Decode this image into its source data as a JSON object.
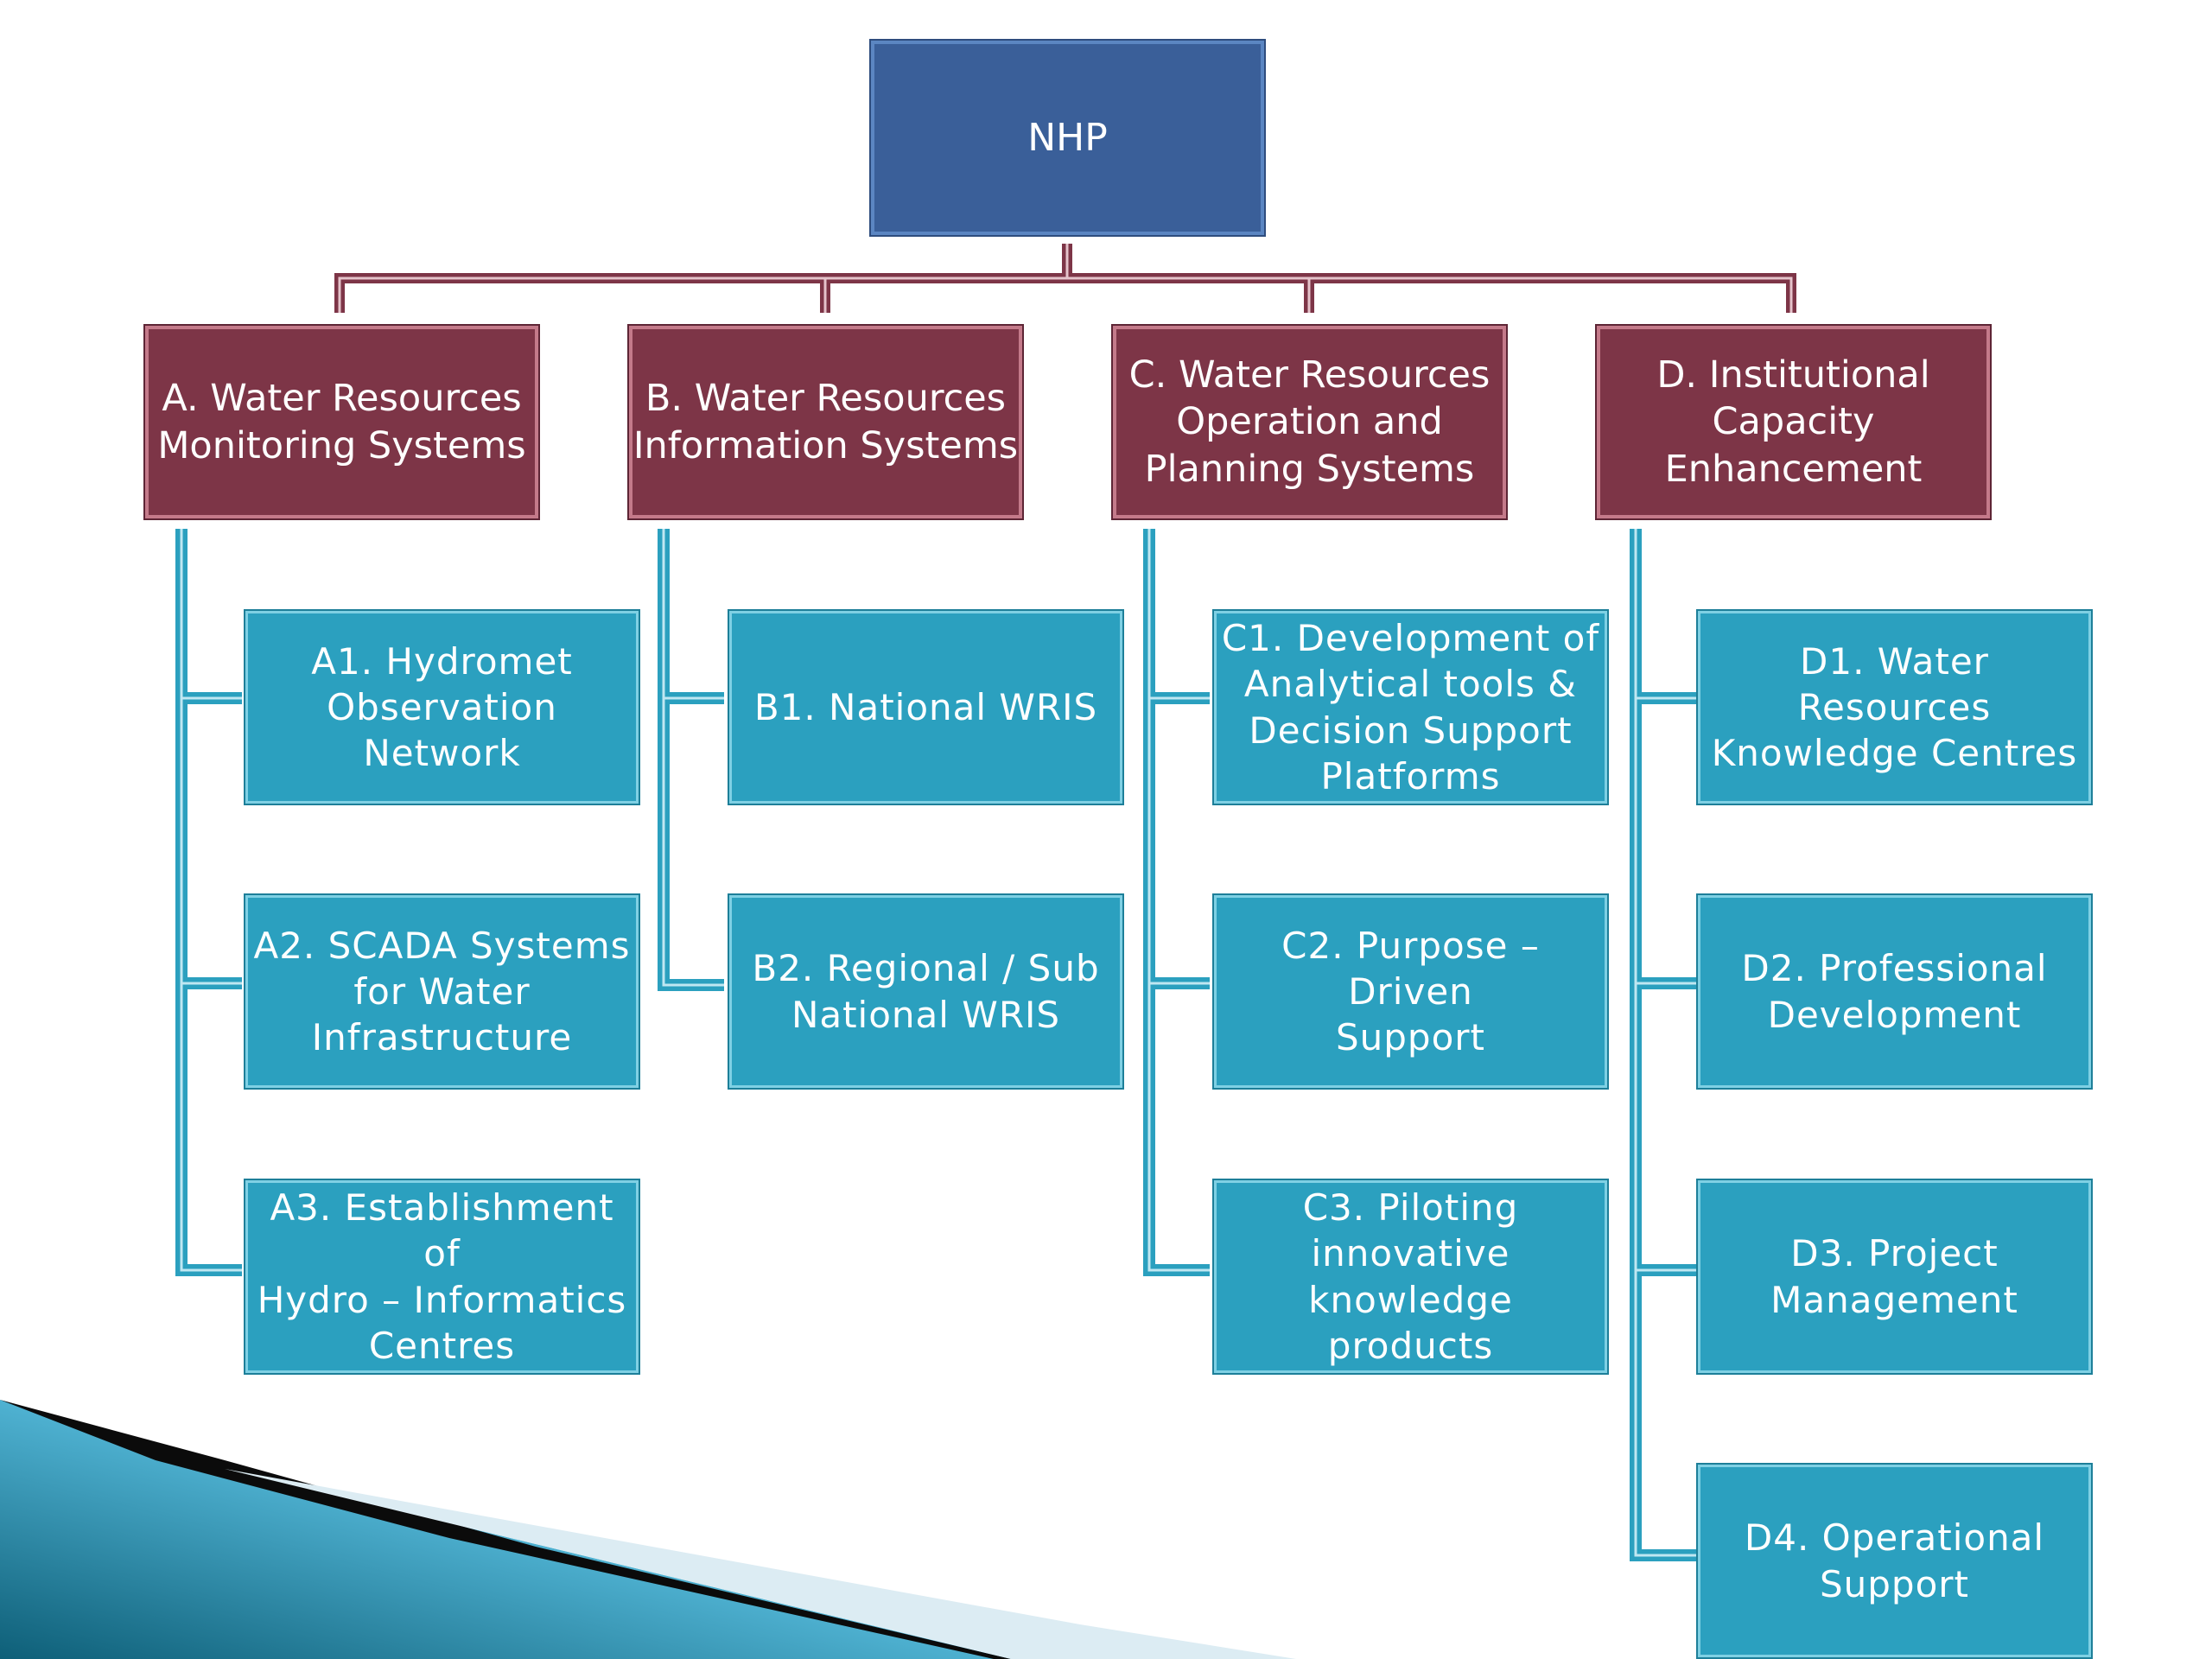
{
  "root": {
    "label": "NHP"
  },
  "components": [
    {
      "label": "A. Water Resources\nMonitoring Systems",
      "children": [
        "A1. Hydromet\nObservation Network",
        "A2. SCADA Systems\nfor Water\nInfrastructure",
        "A3. Establishment of\nHydro – Informatics\nCentres"
      ]
    },
    {
      "label": "B. Water Resources\nInformation Systems",
      "children": [
        "B1. National WRIS",
        "B2. Regional  / Sub\nNational WRIS"
      ]
    },
    {
      "label": "C. Water Resources\nOperation and\nPlanning Systems",
      "children": [
        "C1. Development of\nAnalytical tools &\nDecision Support\nPlatforms",
        "C2. Purpose – Driven\nSupport",
        "C3. Piloting\ninnovative knowledge\nproducts"
      ]
    },
    {
      "label": "D. Institutional\nCapacity\nEnhancement",
      "children": [
        "D1. Water Resources\nKnowledge Centres",
        "D2. Professional\nDevelopment",
        "D3. Project\nManagement",
        "D4. Operational\nSupport"
      ]
    }
  ],
  "colors": {
    "root_fill": "#3a5f99",
    "category_fill": "#7d3547",
    "subcomponent_fill": "#2ba0bf",
    "category_connector": "#7d3547",
    "subcomponent_connector": "#2ba0bf"
  }
}
